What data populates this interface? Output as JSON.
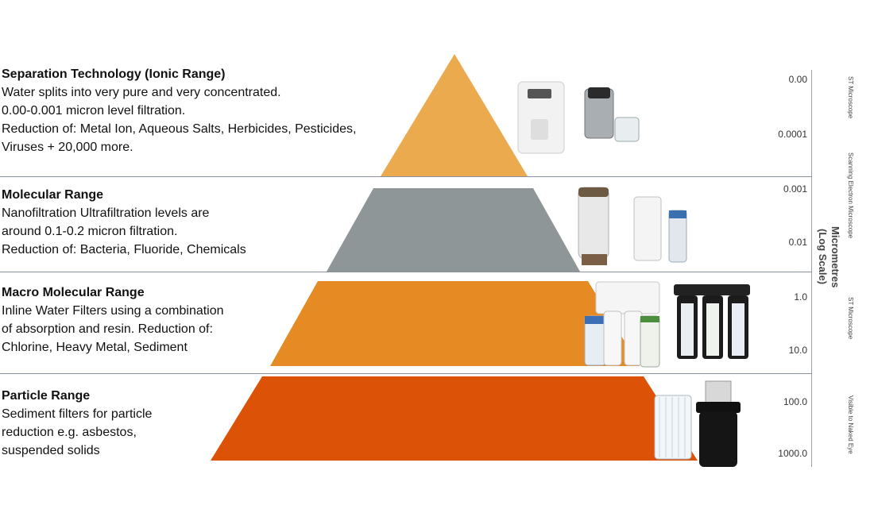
{
  "tiers": [
    {
      "title": "Separation Technology (Ionic Range)",
      "lines": [
        "Water splits into very pure and very concentrated.",
        "0.00-0.001 micron level filtration.",
        "Reduction of: Metal Ion, Aqueous Salts, Herbicides, Pesticides,",
        "Viruses + 20,000 more."
      ],
      "color": "#ecaa4f",
      "image_icon": "water-distiller-icon"
    },
    {
      "title": "Molecular Range",
      "lines": [
        "Nanofiltration Ultrafiltration levels are",
        "around 0.1-0.2 micron filtration.",
        "Reduction of: Bacteria, Fluoride, Chemicals"
      ],
      "color": "#8f9697",
      "image_icon": "ultrafiltration-housing-icon"
    },
    {
      "title": "Macro Molecular Range",
      "lines": [
        "Inline Water Filters using a combination",
        "of absorption and resin. Reduction of:",
        "Chlorine, Heavy Metal, Sediment"
      ],
      "color": "#e68a24",
      "image_icon": "inline-filter-system-icon"
    },
    {
      "title": "Particle Range",
      "lines": [
        "Sediment filters for particle",
        "reduction e.g. asbestos,",
        "suspended solids"
      ],
      "color": "#dc5308",
      "image_icon": "sediment-filter-icon"
    }
  ],
  "scale": {
    "values": [
      "0.00",
      "0.0001",
      "0.001",
      "0.01",
      "1.0",
      "10.0",
      "100.0",
      "1000.0"
    ],
    "axis_title": "Micrometres",
    "axis_subtitle": "(Log Scale)",
    "instruments": [
      "ST Microscope",
      "Scanning Electron Microscope",
      "ST Microscope",
      "Visible to Naked Eye"
    ]
  }
}
